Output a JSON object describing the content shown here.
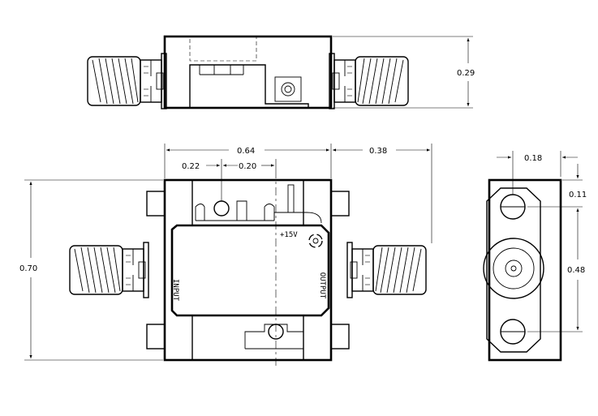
{
  "labels": {
    "input": "INPUT",
    "output": "OUTPUT",
    "voltage": "+15V"
  },
  "dimensions": {
    "height_top_view": "0.29",
    "body_width": "0.64",
    "connector_length": "0.38",
    "mount_hole_offset": "0.22",
    "bias_pin_offset": "0.20",
    "overall_height": "0.70",
    "flange_hole_x": "0.18",
    "flange_hole_y": "0.11",
    "hole_spacing": "0.48"
  },
  "colors": {
    "line": "#000000",
    "background": "#ffffff"
  }
}
